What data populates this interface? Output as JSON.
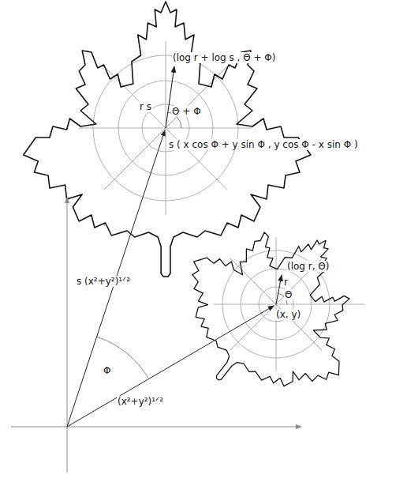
{
  "diagram": {
    "labels": [
      "(log r + log s , Θ + Φ)",
      "r s",
      "Θ + Φ",
      "s ( x cos Φ + y sin Φ , y cos Φ - x sin Φ )",
      "s (x²+y²)¹ᐟ²",
      "Φ",
      "(x²+y²)¹ᐟ²",
      "(log r, Θ)",
      "r",
      "Θ",
      "(x, y)"
    ]
  }
}
